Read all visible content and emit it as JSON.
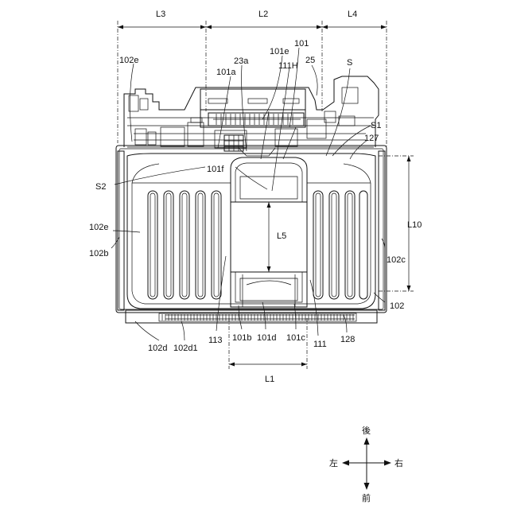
{
  "dimension_labels": {
    "L3": "L3",
    "L2": "L2",
    "L4": "L4",
    "L10": "L10",
    "L5": "L5",
    "L1": "L1"
  },
  "reference_labels": {
    "r102e_top": "102e",
    "r23a": "23a",
    "r101e": "101e",
    "r101": "101",
    "r101a": "101a",
    "r111H": "111H",
    "r25": "25",
    "rS": "S",
    "rS1": "S1",
    "r127": "127",
    "r101f": "101f",
    "rS2": "S2",
    "r102e_mid": "102e",
    "r102b": "102b",
    "r102c": "102c",
    "r102": "102",
    "r102d": "102d",
    "r102d1": "102d1",
    "r113": "113",
    "r101b": "101b",
    "r101d": "101d",
    "r101c": "101c",
    "r111": "111",
    "r128": "128"
  },
  "direction_labels": {
    "back": "後",
    "front": "前",
    "left": "左",
    "right": "右"
  }
}
